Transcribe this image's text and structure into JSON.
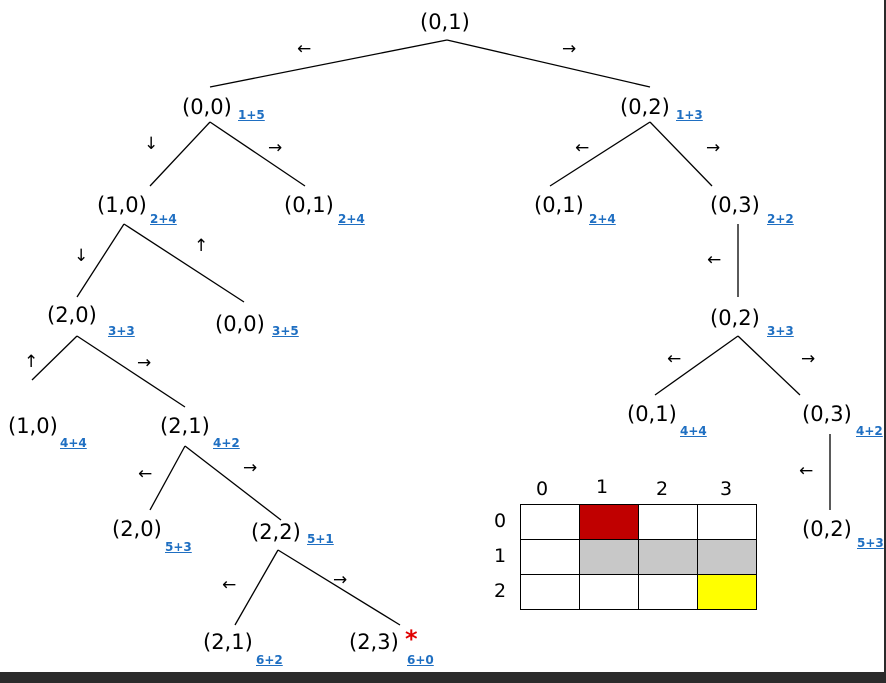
{
  "nodes": [
    {
      "label": "(0,1)",
      "cost": ""
    },
    {
      "label": "(0,0)",
      "cost": "1+5"
    },
    {
      "label": "(0,2)",
      "cost": "1+3"
    },
    {
      "label": "(1,0)",
      "cost": "2+4"
    },
    {
      "label": "(0,1)",
      "cost": "2+4"
    },
    {
      "label": "(0,1)",
      "cost": "2+4"
    },
    {
      "label": "(0,3)",
      "cost": "2+2"
    },
    {
      "label": "(2,0)",
      "cost": "3+3"
    },
    {
      "label": "(0,0)",
      "cost": "3+5"
    },
    {
      "label": "(0,2)",
      "cost": "3+3"
    },
    {
      "label": "(1,0)",
      "cost": "4+4"
    },
    {
      "label": "(2,1)",
      "cost": "4+2"
    },
    {
      "label": "(0,1)",
      "cost": "4+4"
    },
    {
      "label": "(0,3)",
      "cost": "4+2"
    },
    {
      "label": "(2,0)",
      "cost": "5+3"
    },
    {
      "label": "(2,2)",
      "cost": "5+1"
    },
    {
      "label": "(0,2)",
      "cost": "5+3"
    },
    {
      "label": "(2,1)",
      "cost": "6+2"
    },
    {
      "label": "(2,3)",
      "cost": "6+0"
    }
  ],
  "goal_marker": "*",
  "edges": [
    [
      0,
      1
    ],
    [
      0,
      2
    ],
    [
      1,
      3
    ],
    [
      1,
      4
    ],
    [
      2,
      5
    ],
    [
      2,
      6
    ],
    [
      3,
      7
    ],
    [
      3,
      8
    ],
    [
      6,
      9
    ],
    [
      7,
      10
    ],
    [
      7,
      11
    ],
    [
      9,
      12
    ],
    [
      9,
      13
    ],
    [
      11,
      14
    ],
    [
      11,
      15
    ],
    [
      13,
      16
    ],
    [
      15,
      17
    ],
    [
      15,
      18
    ]
  ],
  "arrow_glyphs": {
    "left": "←",
    "right": "→",
    "up": "↑",
    "down": "↓"
  },
  "grid": {
    "column_labels": [
      "0",
      "1",
      "2",
      "3"
    ],
    "row_labels": [
      "0",
      "1",
      "2"
    ],
    "cells": [
      [
        "empty",
        "start",
        "empty",
        "empty"
      ],
      [
        "empty",
        "wall",
        "wall",
        "wall"
      ],
      [
        "empty",
        "empty",
        "empty",
        "goal"
      ]
    ],
    "colors": {
      "empty": "#ffffff",
      "start": "#c00000",
      "wall": "#c8c8c8",
      "goal": "#ffff00"
    }
  }
}
